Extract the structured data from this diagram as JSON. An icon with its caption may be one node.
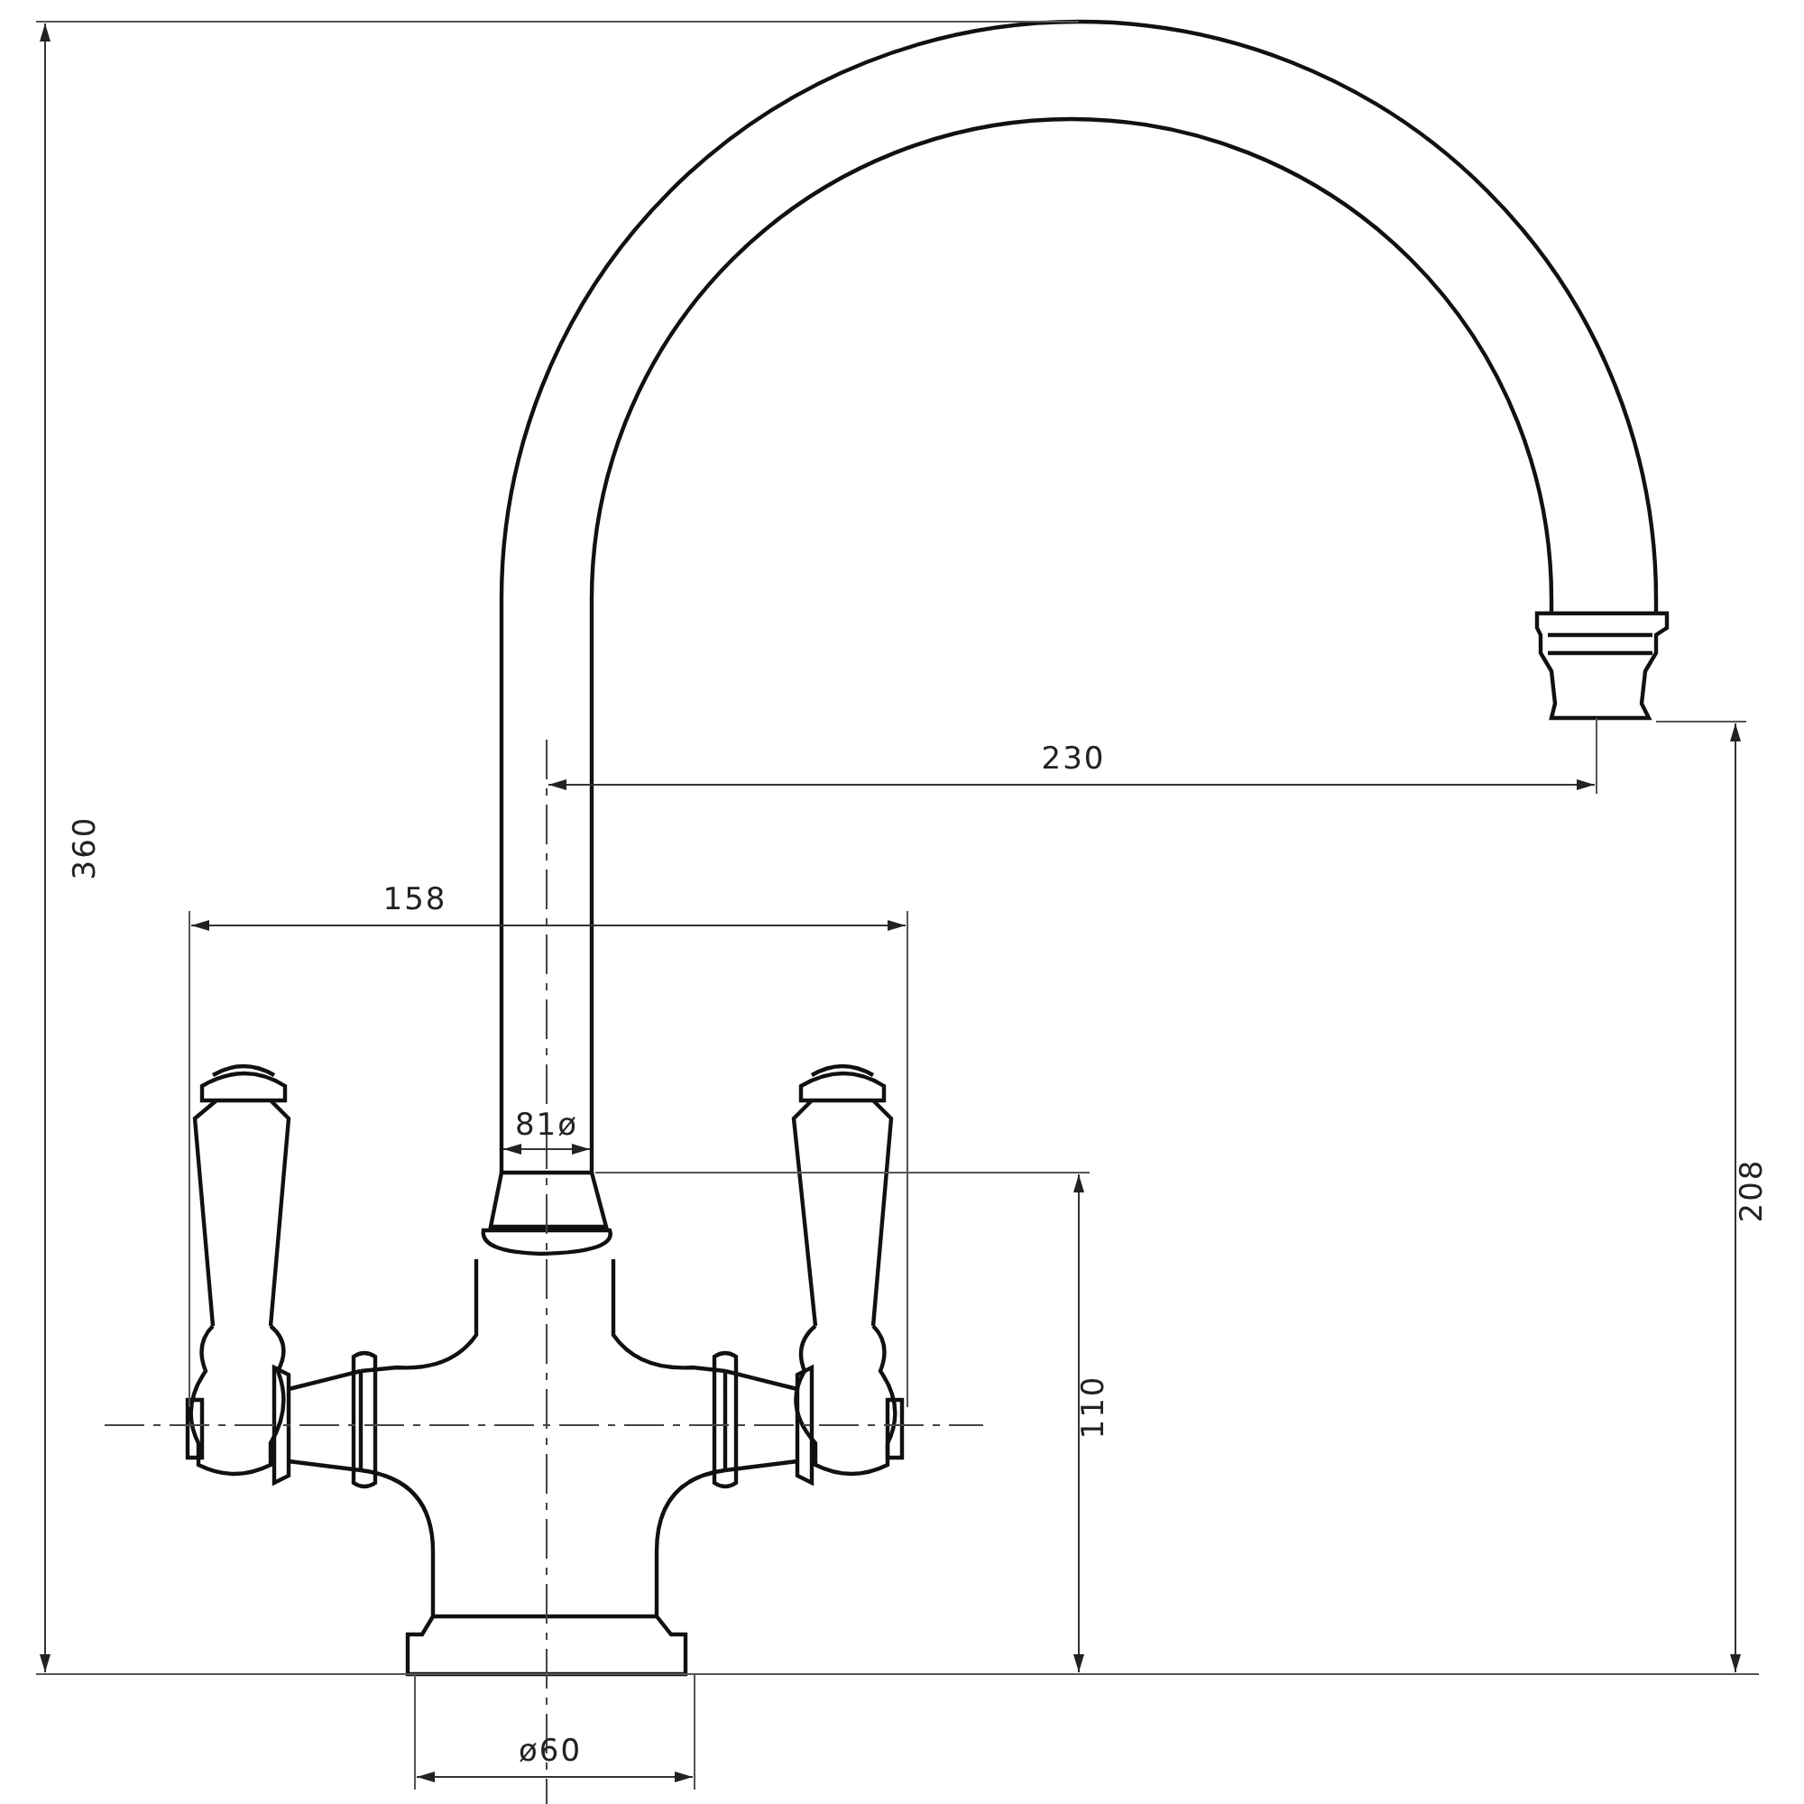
{
  "diagram": {
    "labels": [
      "360",
      "158",
      "230",
      "81ø",
      "208",
      "110",
      "ø60"
    ]
  }
}
